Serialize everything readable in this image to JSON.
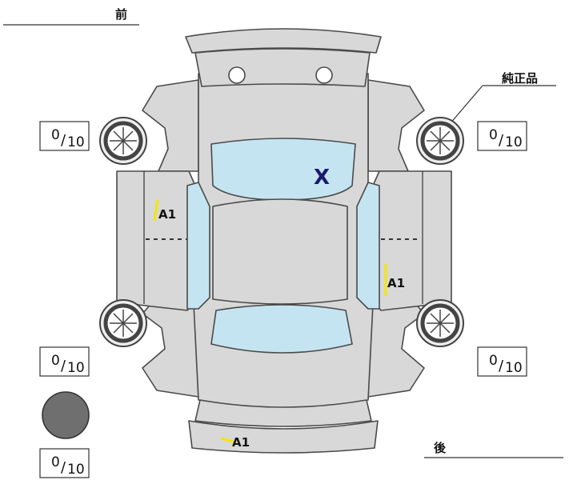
{
  "labels": {
    "front": "前",
    "rear": "後",
    "genuine": "純正品"
  },
  "tread_depth": {
    "front_left": {
      "value": "0",
      "max": "10"
    },
    "front_right": {
      "value": "0",
      "max": "10"
    },
    "rear_left": {
      "value": "0",
      "max": "10"
    },
    "rear_right": {
      "value": "0",
      "max": "10"
    },
    "spare": {
      "value": "0",
      "max": "10"
    }
  },
  "damage_marks": [
    {
      "id": "left-front-door",
      "code": "A1"
    },
    {
      "id": "right-rear-door",
      "code": "A1"
    },
    {
      "id": "rear-bumper",
      "code": "A1"
    },
    {
      "id": "windshield",
      "code": "X"
    }
  ],
  "colors": {
    "body": "#d8d8d8",
    "glass": "#c5e4f2",
    "scratch_marker": "#f5e600",
    "x_mark": "#1a1a6e",
    "spare_tire": "#6f6f6f"
  }
}
